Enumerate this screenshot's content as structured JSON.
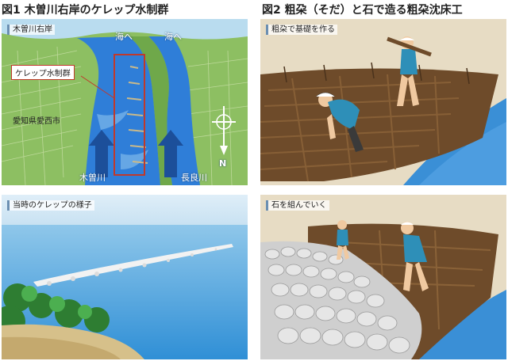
{
  "fig1": {
    "title": "図1 木曽川右岸のケレップ水制群",
    "map_caption": "木曽川右岸",
    "callout": "ケレップ水制群",
    "sea_left": "海へ",
    "sea_right": "海へ",
    "town": "愛知県愛西市",
    "river_left": "木曽川",
    "river_right": "長良川",
    "north": "N",
    "photo_caption": "当時のケレップの様子"
  },
  "fig2": {
    "title": "図2 粗朶（そだ）と石で造る粗朶沈床工",
    "step1_caption": "粗朶で基礎を作る",
    "step2_caption": "石を組んでいく"
  },
  "colors": {
    "river": "#2f7ed8",
    "land": "#7fb55a",
    "callout_border": "#c0392b",
    "sea": "#3a8fd6"
  }
}
